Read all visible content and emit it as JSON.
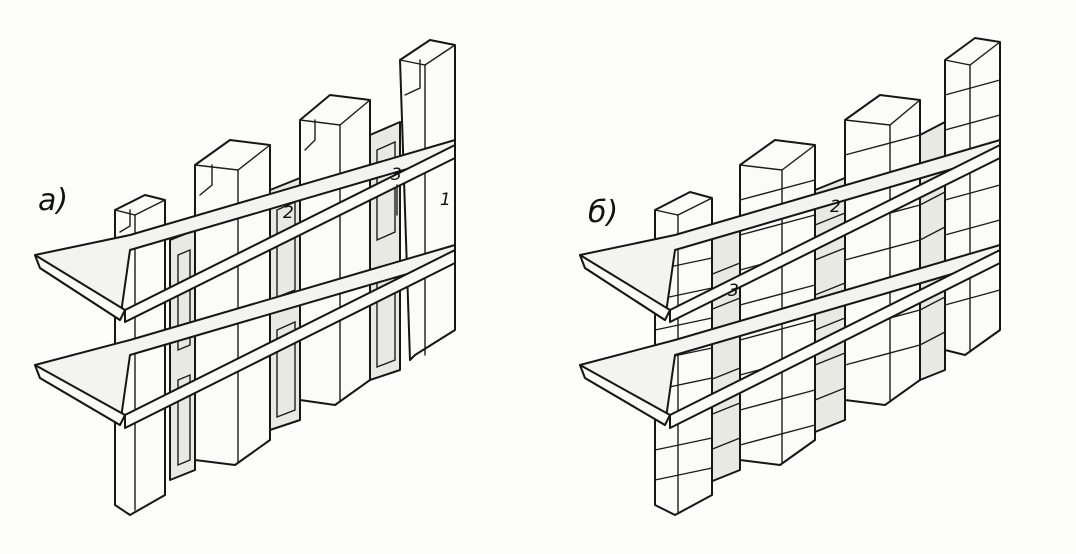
{
  "panels": [
    {
      "id": "a",
      "label": "а)",
      "callouts": [
        "1",
        "2",
        "3"
      ]
    },
    {
      "id": "b",
      "label": "б)",
      "callouts": [
        "2",
        "3"
      ]
    }
  ]
}
